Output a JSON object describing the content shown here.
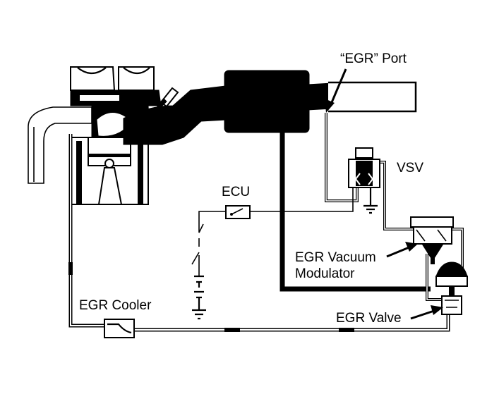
{
  "labels": {
    "egr_port": "“EGR” Port",
    "vsv": "VSV",
    "ecu": "ECU",
    "vacuum_modulator_line1": "EGR Vacuum",
    "vacuum_modulator_line2": "Modulator",
    "egr_cooler": "EGR Cooler",
    "egr_valve": "EGR Valve"
  }
}
